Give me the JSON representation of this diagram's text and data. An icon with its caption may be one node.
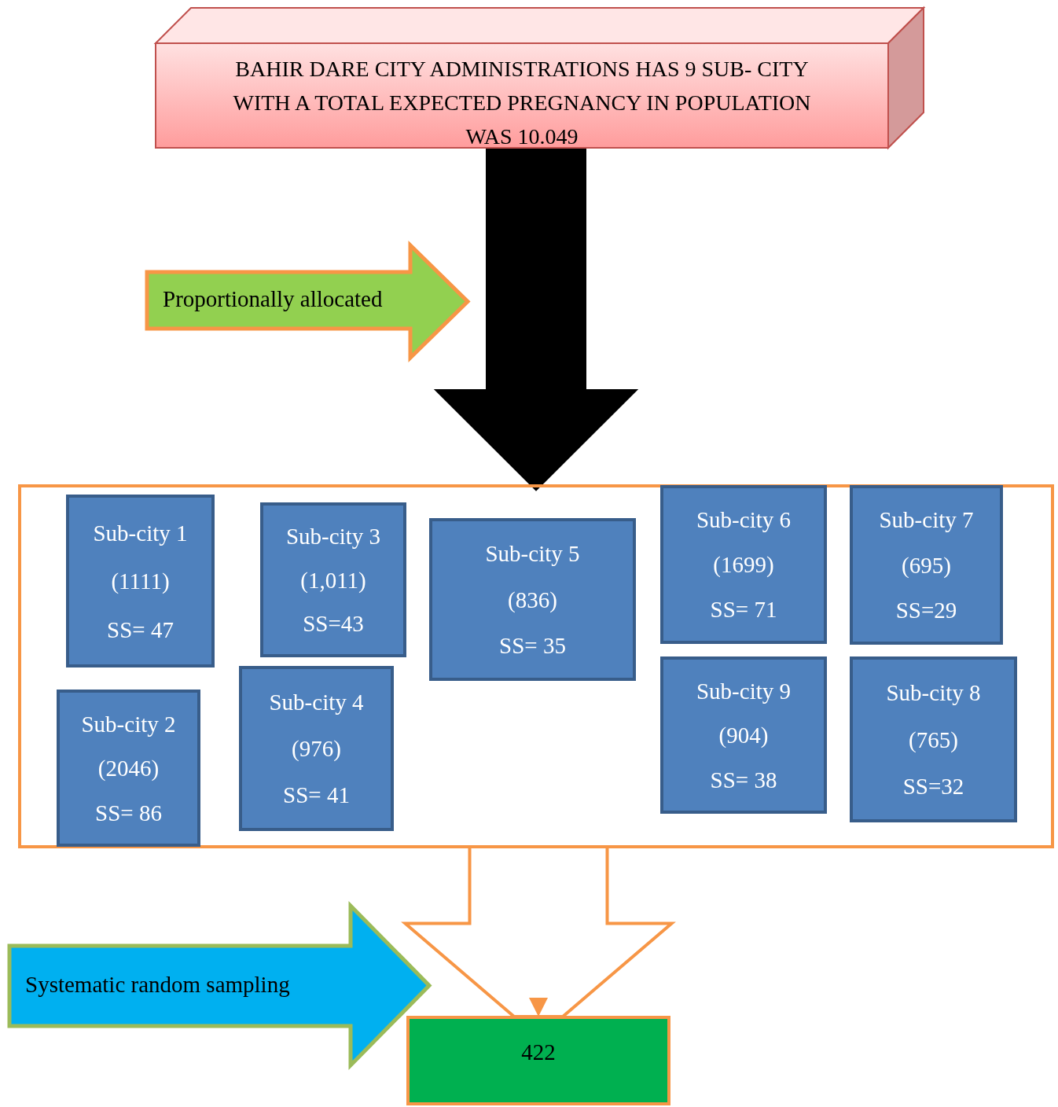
{
  "diagram": {
    "nodes": [
      {
        "text": [
          "BAHIR DARE CITY ADMINISTRATIONS HAS 9 SUB- CITY WITH A TOTAL EXPECTED PREGNANCY IN POPULATION WAS 10.049"
        ]
      },
      {
        "text": [
          "Proportionally allocated"
        ]
      },
      {
        "text": [],
        "shape": "box"
      },
      {
        "text": [
          "Sub-city 1",
          "(1111)",
          "SS= 47"
        ],
        "in": 2
      },
      {
        "text": [
          "Sub-city 3",
          "(1,011)",
          "SS=43"
        ],
        "in": 2
      },
      {
        "text": [
          "Sub-city 5",
          "(836)",
          "SS= 35"
        ],
        "in": 2
      },
      {
        "text": [
          "Sub-city 6",
          "(1699)",
          "SS= 71"
        ],
        "in": 2
      },
      {
        "text": [
          "Sub-city 7",
          "(695)",
          "SS=29"
        ],
        "in": 2
      },
      {
        "text": [
          "Sub-city 2",
          "(2046)",
          "SS= 86"
        ],
        "in": 2
      },
      {
        "text": [
          "Sub-city 4",
          "(976)",
          "SS= 41"
        ],
        "in": 2
      },
      {
        "text": [
          "Sub-city 9",
          "(904)",
          "SS= 38"
        ],
        "in": 2
      },
      {
        "text": [
          "Sub-city 8",
          "(765)",
          "SS=32"
        ],
        "in": 2
      },
      {
        "text": [
          "Systematic random sampling"
        ]
      },
      {
        "text": [
          "422"
        ]
      }
    ],
    "edges": [
      {
        "from": 0,
        "to": 2,
        "arrow": "to",
        "style": "thick",
        "color": "#000000"
      },
      {
        "from": 2,
        "to": 13,
        "arrow": "to",
        "color": "#f79646"
      }
    ]
  }
}
